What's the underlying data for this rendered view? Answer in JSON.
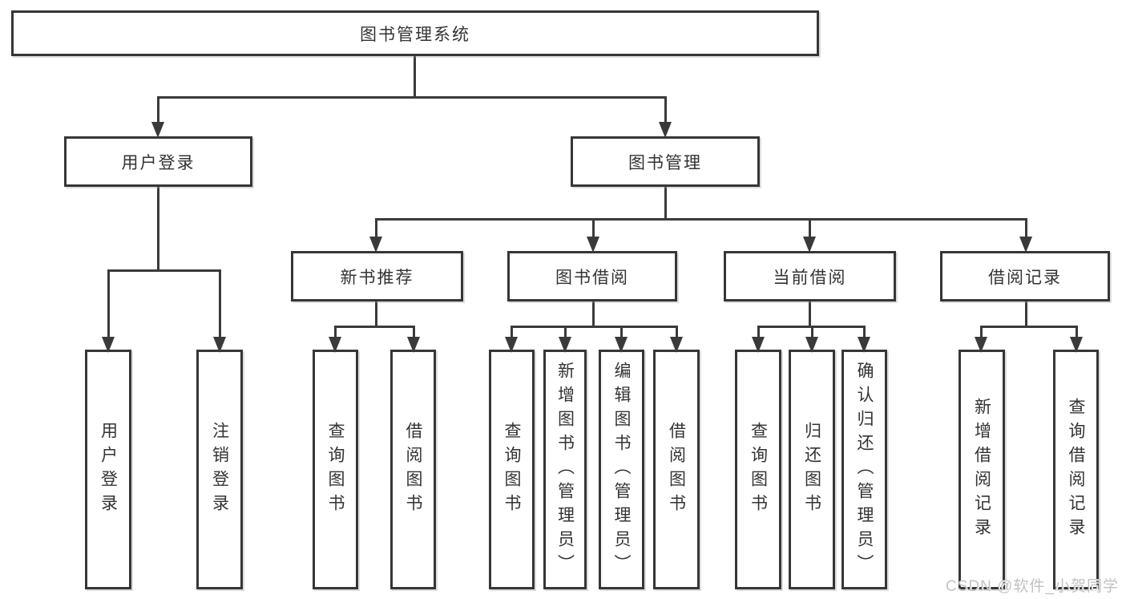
{
  "colors": {
    "line": "#3a3a3a",
    "border": "#363636",
    "text": "#333333",
    "watermark": "#c2c2c2"
  },
  "tree": {
    "label": "图书管理系统",
    "children": [
      {
        "label": "用户登录",
        "children": [
          {
            "label": "用户登录"
          },
          {
            "label": "注销登录"
          }
        ]
      },
      {
        "label": "图书管理",
        "children": [
          {
            "label": "新书推荐",
            "children": [
              {
                "label": "查询图书"
              },
              {
                "label": "借阅图书"
              }
            ]
          },
          {
            "label": "图书借阅",
            "children": [
              {
                "label": "查询图书"
              },
              {
                "label": "新增图书（管理员）"
              },
              {
                "label": "编辑图书（管理员）"
              },
              {
                "label": "借阅图书"
              }
            ]
          },
          {
            "label": "当前借阅",
            "children": [
              {
                "label": "查询图书"
              },
              {
                "label": "归还图书"
              },
              {
                "label": "确认归还（管理员）"
              }
            ]
          },
          {
            "label": "借阅记录",
            "children": [
              {
                "label": "新增借阅记录"
              },
              {
                "label": "查询借阅记录"
              }
            ]
          }
        ]
      }
    ]
  },
  "watermark": {
    "text": "CSDN @软件_小贺同学"
  }
}
